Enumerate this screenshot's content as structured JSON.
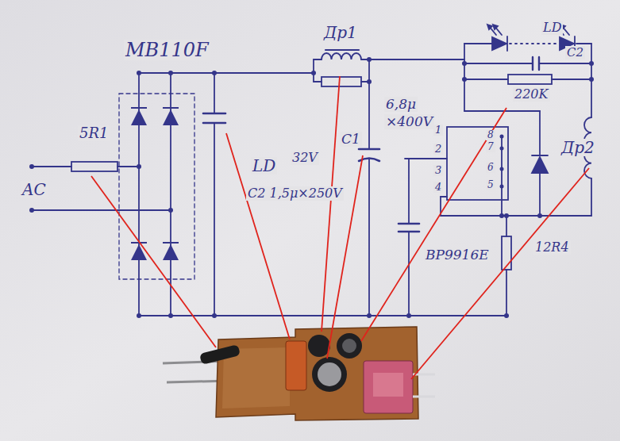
{
  "diagram": {
    "labels": [
      "MB110F",
      "Др1",
      "5R1",
      "AC",
      "LD",
      "32V",
      "C2 1,5μ×250V",
      "C1",
      "6,8μ",
      "×400V",
      "LD",
      "C2",
      "220K",
      "1",
      "2",
      "3",
      "4",
      "8",
      "7",
      "6",
      "5",
      "BP9916E",
      "12R4",
      "Др2"
    ]
  }
}
